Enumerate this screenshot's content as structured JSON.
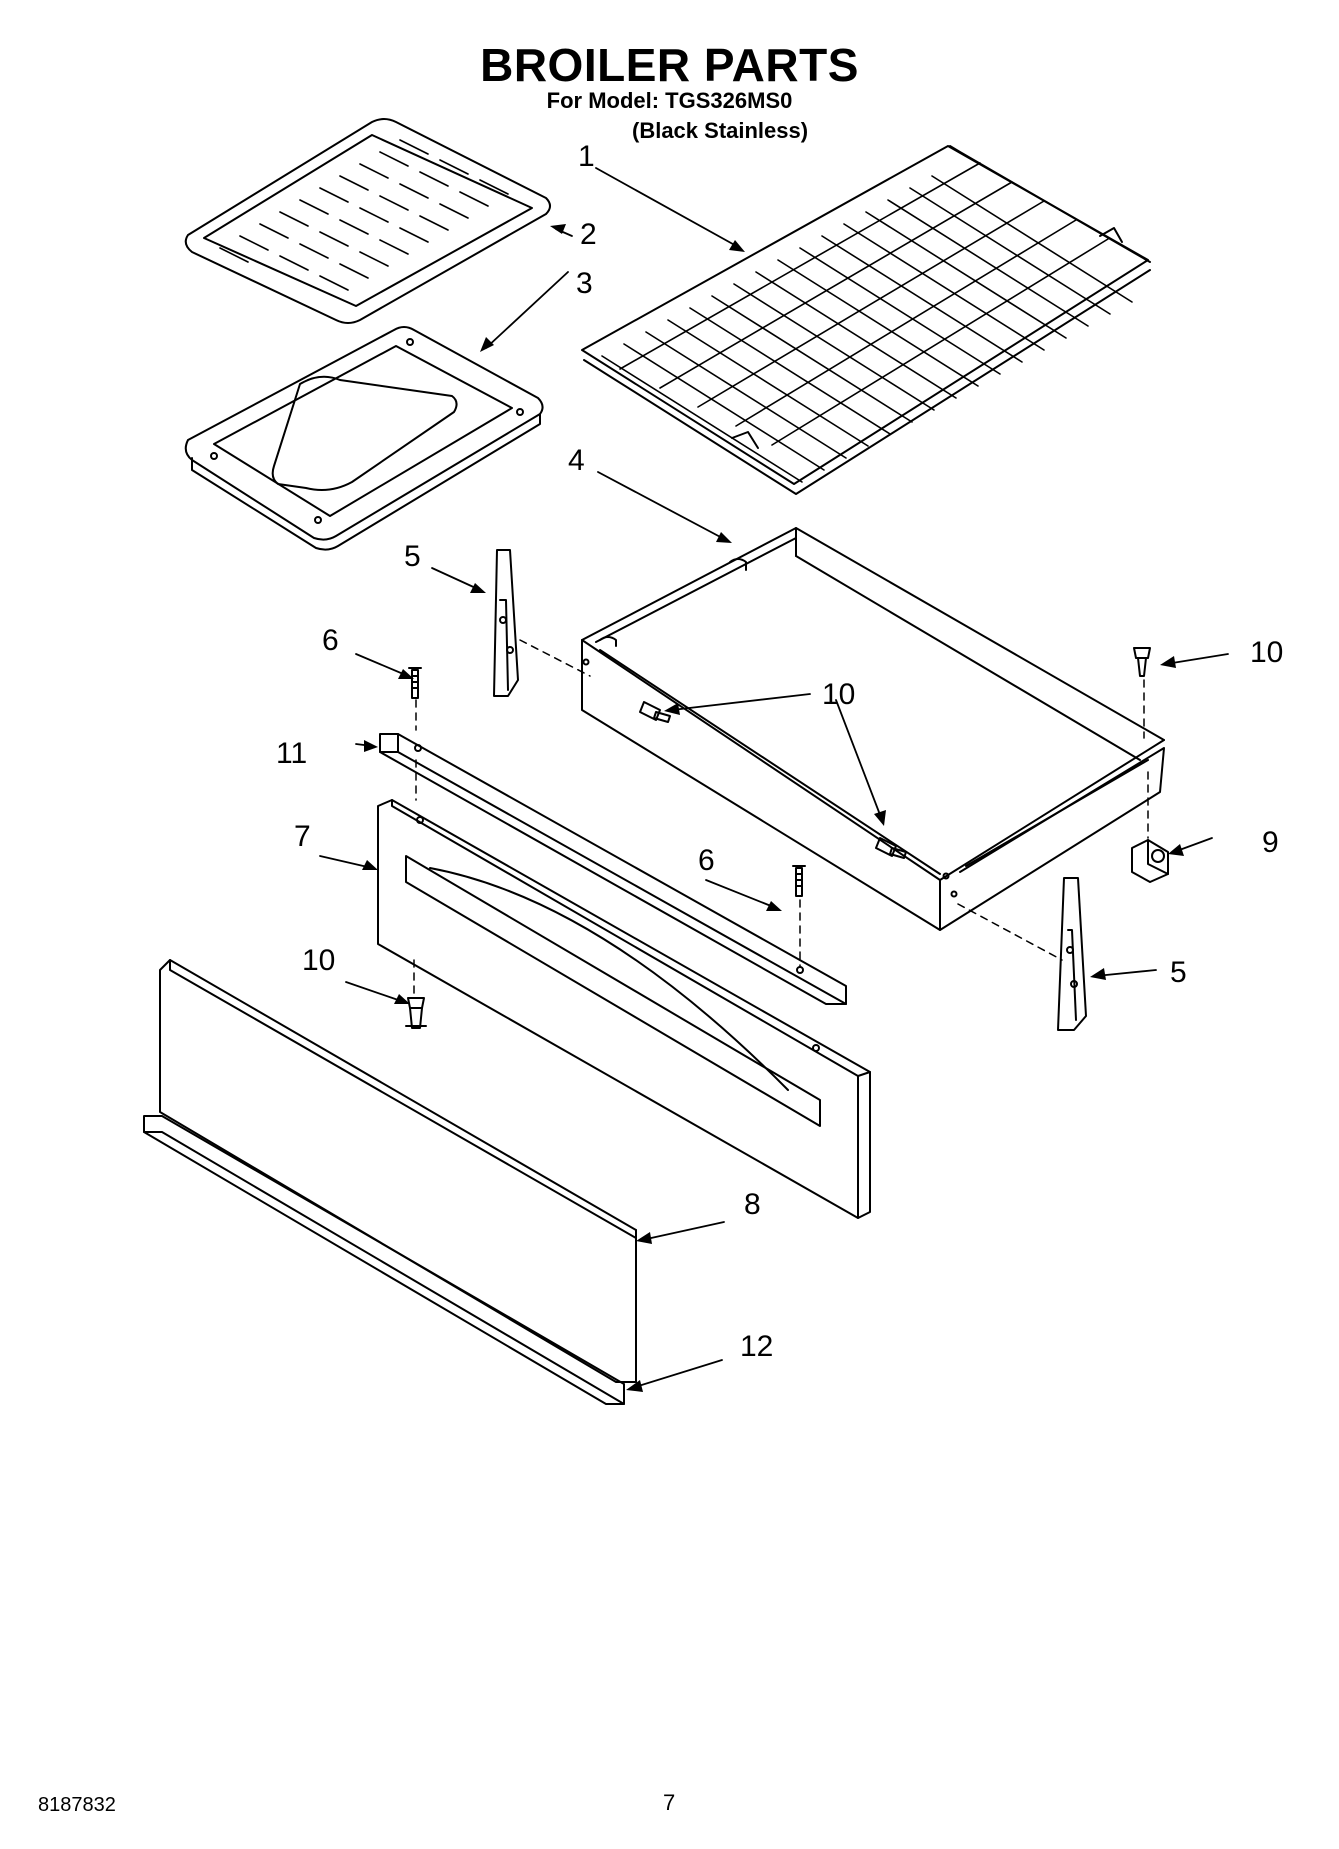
{
  "header": {
    "title": "BROILER PARTS",
    "model_line": "For Model: TGS326MS0",
    "variant_line": "(Black Stainless)"
  },
  "callouts": [
    {
      "id": "c1",
      "label": "1"
    },
    {
      "id": "c2",
      "label": "2"
    },
    {
      "id": "c3",
      "label": "3"
    },
    {
      "id": "c4",
      "label": "4"
    },
    {
      "id": "c5a",
      "label": "5"
    },
    {
      "id": "c5b",
      "label": "5"
    },
    {
      "id": "c6a",
      "label": "6"
    },
    {
      "id": "c6b",
      "label": "6"
    },
    {
      "id": "c7",
      "label": "7"
    },
    {
      "id": "c8",
      "label": "8"
    },
    {
      "id": "c9",
      "label": "9"
    },
    {
      "id": "c10a",
      "label": "10"
    },
    {
      "id": "c10b",
      "label": "10"
    },
    {
      "id": "c10c",
      "label": "10"
    },
    {
      "id": "c11",
      "label": "11"
    },
    {
      "id": "c12",
      "label": "12"
    }
  ],
  "footer": {
    "doc_number": "8187832",
    "page_number": "7"
  }
}
